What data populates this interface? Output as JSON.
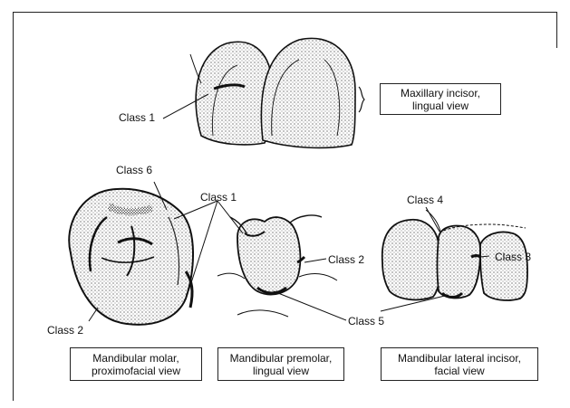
{
  "captions": {
    "maxillary": {
      "line1": "Maxillary incisor,",
      "line2": "lingual view"
    },
    "molar": {
      "line1": "Mandibular molar,",
      "line2": "proximofacial view"
    },
    "premolar": {
      "line1": "Mandibular premolar,",
      "line2": "lingual view"
    },
    "lateral": {
      "line1": "Mandibular lateral incisor,",
      "line2": "facial view"
    }
  },
  "labels": {
    "class1_top": "Class 1",
    "class6": "Class 6",
    "class1_mid": "Class 1",
    "class2_molar": "Class 2",
    "class2_premolar": "Class 2",
    "class4": "Class 4",
    "class3": "Class 3",
    "class5": "Class 5"
  }
}
